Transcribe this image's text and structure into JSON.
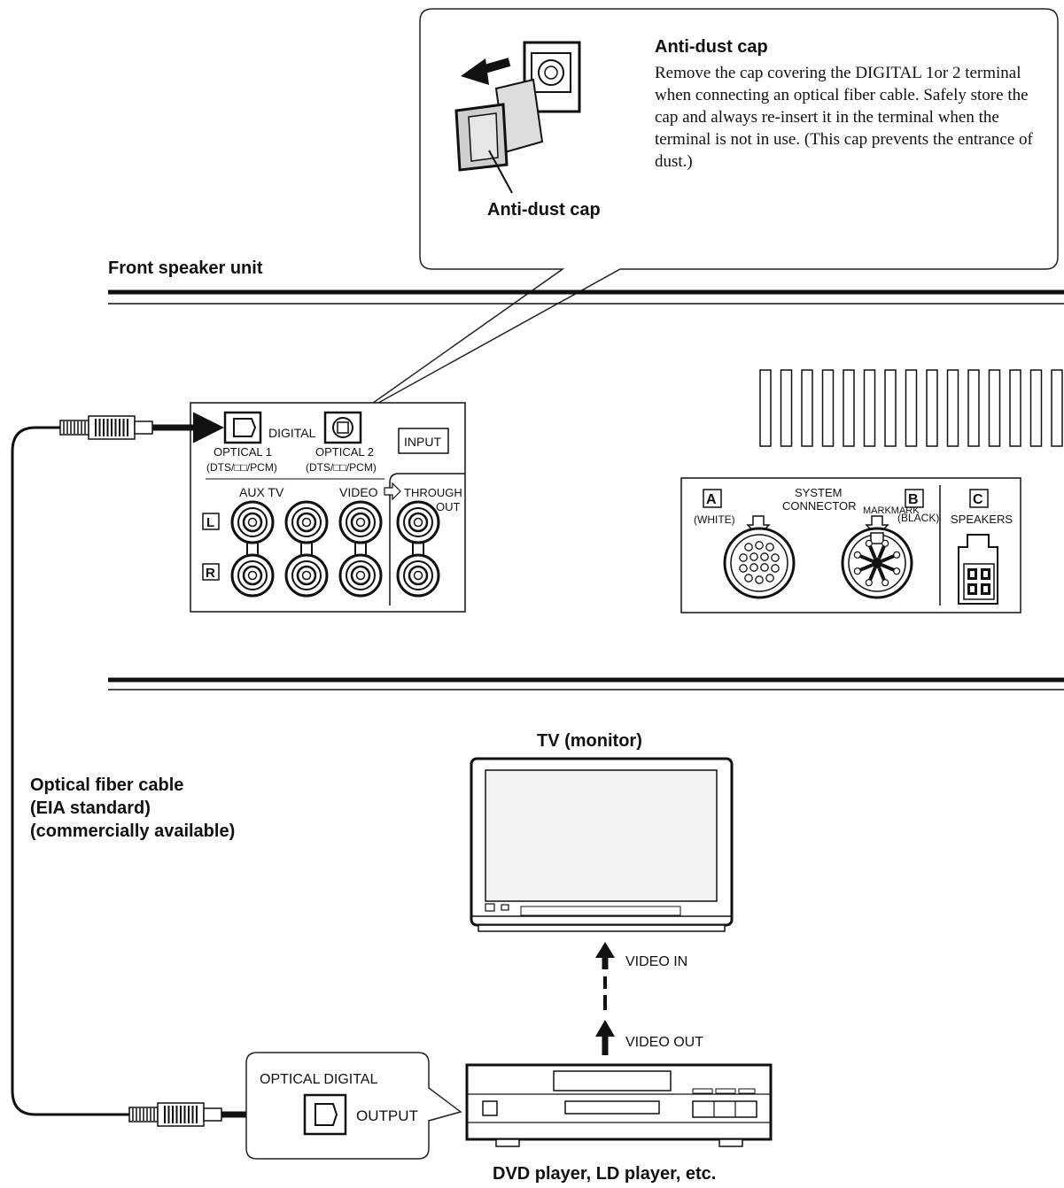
{
  "callout": {
    "title": "Anti-dust cap",
    "body": "Remove the cap covering the DIGITAL 1or 2 terminal when connecting an optical fiber cable. Safely store the cap and always re-insert it in the terminal when the terminal is not in use. (This cap prevents the entrance of dust.)",
    "image_label": "Anti-dust cap"
  },
  "front_unit": {
    "title": "Front speaker unit",
    "input_panel": {
      "digital": "DIGITAL",
      "optical1": "OPTICAL 1",
      "optical1_formats": "(DTS/□□/PCM)",
      "optical2": "OPTICAL 2",
      "optical2_formats": "(DTS/□□/PCM)",
      "input": "INPUT",
      "aux_tv": "AUX TV",
      "video": "VIDEO",
      "through": "THROUGH",
      "out": "OUT",
      "left": "L",
      "right": "R"
    },
    "system_panel": {
      "a": "A",
      "a_color": "(WHITE)",
      "system": "SYSTEM",
      "connector": "CONNECTOR",
      "mark": "MARKMARK",
      "b": "B",
      "b_color": "(BLACK)",
      "c": "C",
      "speakers": "SPEAKERS"
    }
  },
  "cable": {
    "line1": "Optical fiber cable",
    "line2": "(EIA standard)",
    "line3": "(commercially available)"
  },
  "tv": {
    "title": "TV (monitor)"
  },
  "arrows": {
    "video_in": "VIDEO IN",
    "video_out": "VIDEO OUT"
  },
  "source": {
    "optical_digital": "OPTICAL DIGITAL",
    "output": "OUTPUT",
    "title": "DVD player, LD player, etc."
  },
  "colors": {
    "ink": "#111111",
    "panel_bg": "#ffffff",
    "screen": "#f2f2f2"
  }
}
